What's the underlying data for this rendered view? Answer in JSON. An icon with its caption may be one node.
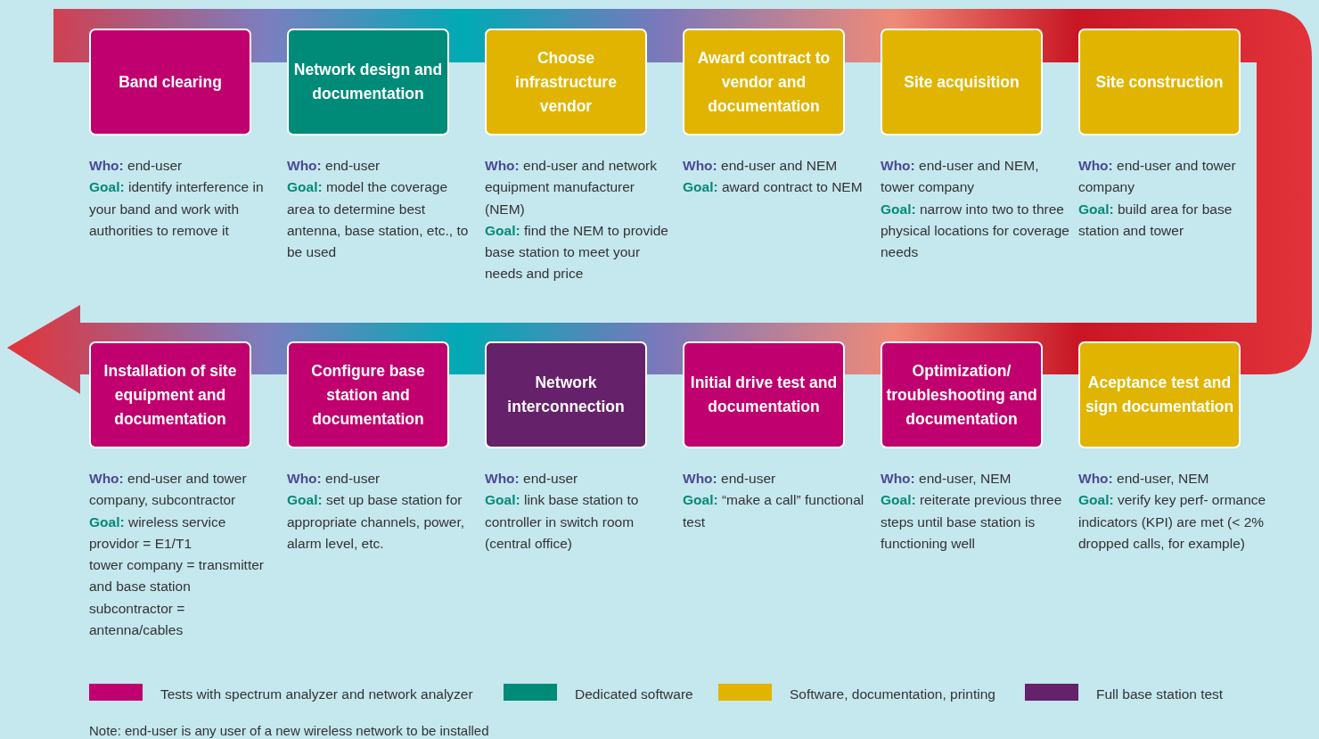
{
  "diagram": {
    "nodes": [
      {
        "text": [
          "Band clearing"
        ],
        "beside": [
          "**Who:** end-user",
          "**Goal:** identify interference in your band and work with authorities to remove it"
        ]
      },
      {
        "text": [
          "Network design and documentation"
        ],
        "beside": [
          "**Who:** end-user",
          "**Goal:** model the coverage area to determine best antenna, base station, etc., to be used"
        ]
      },
      {
        "text": [
          "Choose infrastructure vendor"
        ],
        "beside": [
          "**Who:** end-user and network equipment manufacturer (NEM)",
          "**Goal:** find the NEM to provide base station to meet your needs and price"
        ]
      },
      {
        "text": [
          "Award contract to vendor and documentation"
        ],
        "beside": [
          "**Who:** end-user and NEM",
          "**Goal:** award contract to NEM"
        ]
      },
      {
        "text": [
          "Site acquisition"
        ],
        "beside": [
          "**Who:** end-user and NEM, tower company",
          "**Goal:** narrow into two to three physical locations for coverage needs"
        ]
      },
      {
        "text": [
          "Site construction"
        ],
        "beside": [
          "**Who:** end-user and tower company",
          "**Goal:** build area for base station and tower"
        ]
      },
      {
        "text": [
          "Installation of site equipment and documentation"
        ],
        "beside": [
          "**Who:** end-user and tower company, subcontractor",
          "**Goal:** wireless service providor = E1/T1",
          "tower company = transmitter and base station",
          "subcontractor = antenna/cables"
        ]
      },
      {
        "text": [
          "Configure base station and documentation"
        ],
        "beside": [
          "**Who:** end-user",
          "**Goal:** set up base station for appropriate channels, power, alarm level, etc."
        ]
      },
      {
        "text": [
          "Network interconnection"
        ],
        "beside": [
          "**Who:** end-user",
          "**Goal:** link base station to controller in switch room (central office)"
        ]
      },
      {
        "text": [
          "Initial drive test and documentation"
        ],
        "beside": [
          "**Who:** end-user",
          "**Goal:** “make a call” functional test"
        ]
      },
      {
        "text": [
          "Optimization/ troubleshooting and documentation"
        ],
        "beside": [
          "**Who:** end-user, NEM",
          "**Goal:** reiterate previous three steps until base station is functioning well"
        ]
      },
      {
        "text": [
          "Aceptance test and sign documentation"
        ],
        "beside": [
          "**Who:** end-user, NEM",
          "**Goal:** verify key perf- ormance indicators (KPI) are met (< 2% dropped calls, for example)"
        ]
      }
    ],
    "labels": [
      "Note: end-user is any user of a new wireless network to be installed"
    ],
    "legend": [
      {
        "text": "Tests with spectrum analyzer and network analyzer",
        "color": "#c0006e"
      },
      {
        "text": "Dedicated software",
        "color": "#008a78"
      },
      {
        "text": "Software, documentation, printing",
        "color": "#e0b400"
      },
      {
        "text": "Full base station test",
        "color": "#65216a"
      }
    ]
  }
}
